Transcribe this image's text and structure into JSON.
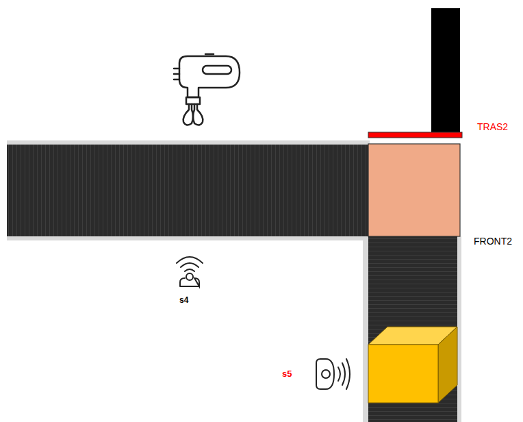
{
  "diagram": {
    "labels": [
      "TRAS2",
      "FRONT2",
      "s4",
      "s5"
    ]
  }
}
